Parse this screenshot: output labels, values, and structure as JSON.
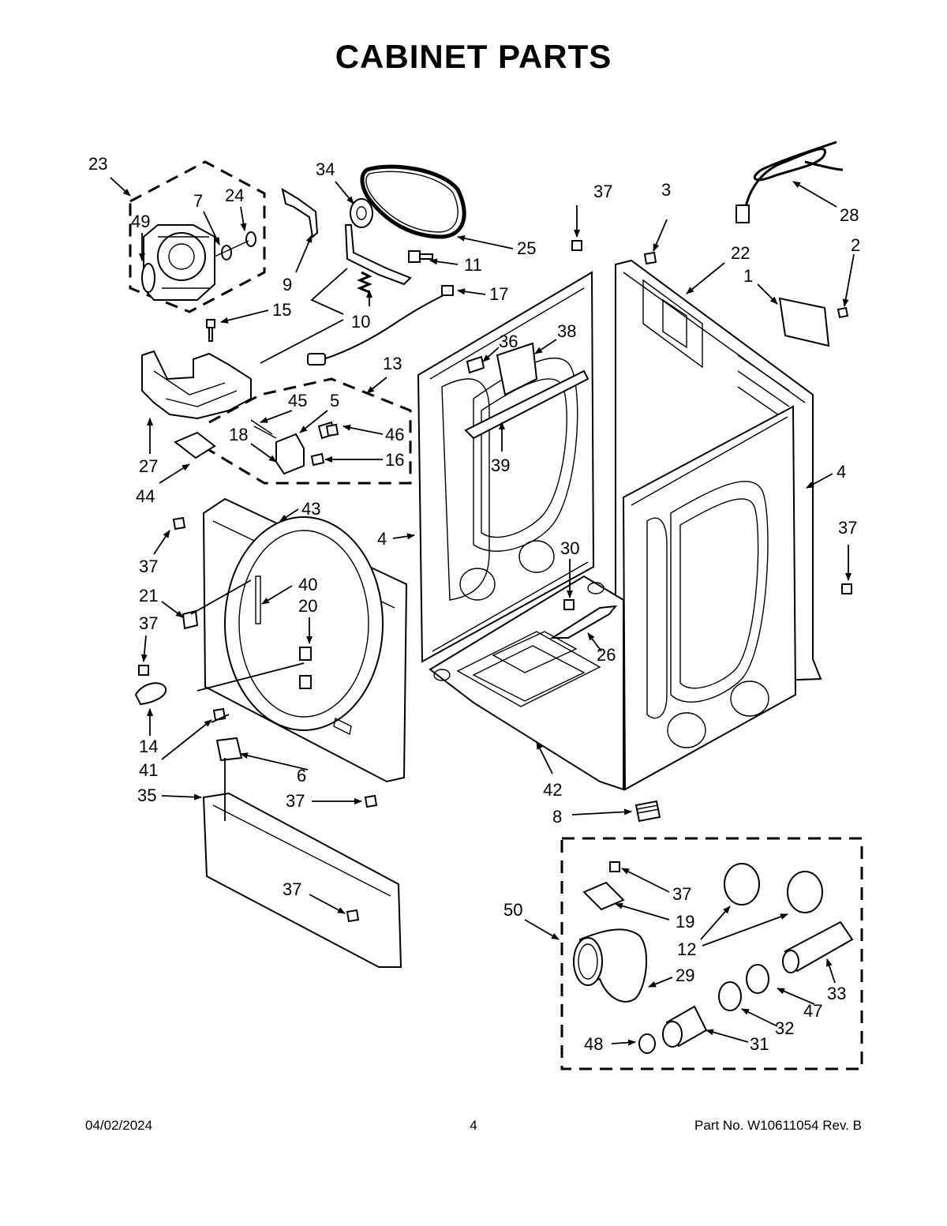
{
  "title": "CABINET PARTS",
  "footer": {
    "date": "04/02/2024",
    "page": "4",
    "part_no": "Part No.  W10611054  Rev.  B"
  },
  "callouts": {
    "c23": "23",
    "c7": "7",
    "c24": "24",
    "c49": "49",
    "c34": "34",
    "c25": "25",
    "c11": "11",
    "c9": "9",
    "c17": "17",
    "c15": "15",
    "c10": "10",
    "c13": "13",
    "c45": "45",
    "c5": "5",
    "c46": "46",
    "c18": "18",
    "c16": "16",
    "c27": "27",
    "c44": "44",
    "c43": "43",
    "c37a": "37",
    "c40": "40",
    "c20": "20",
    "c21": "21",
    "c37b": "37",
    "c14": "14",
    "c41": "41",
    "c6": "6",
    "c35": "35",
    "c37c": "37",
    "c37d": "37",
    "c37e": "37",
    "c3": "3",
    "c28": "28",
    "c22": "22",
    "c2": "2",
    "c1": "1",
    "c36": "36",
    "c38": "38",
    "c39": "39",
    "c4a": "4",
    "c4b": "4",
    "c37f": "37",
    "c30": "30",
    "c26": "26",
    "c42": "42",
    "c8": "8",
    "c50": "50",
    "c37g": "37",
    "c19": "19",
    "c12": "12",
    "c29": "29",
    "c33": "33",
    "c47": "47",
    "c32": "32",
    "c31": "31",
    "c48": "48"
  }
}
